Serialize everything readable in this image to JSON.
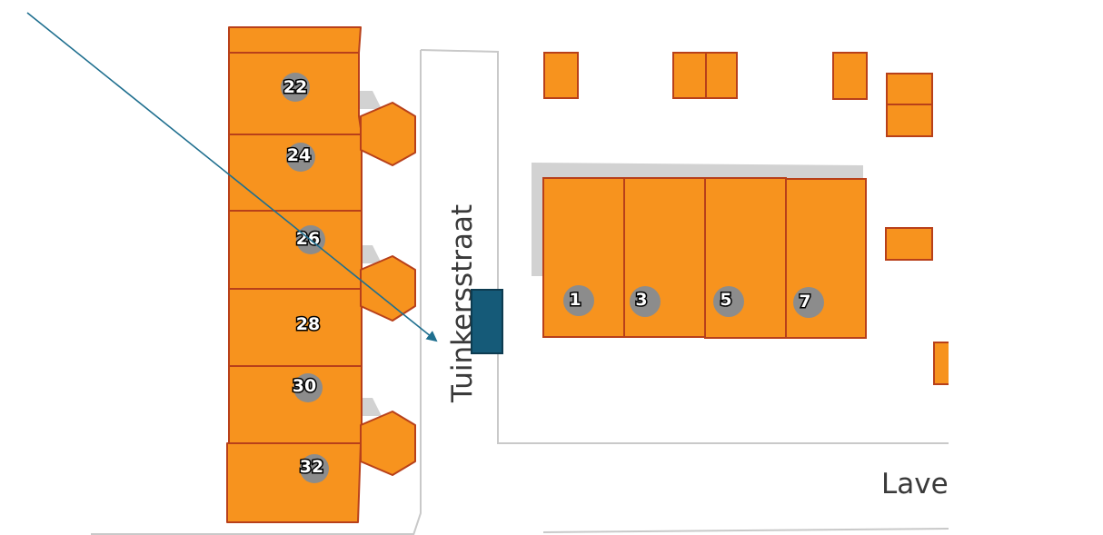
{
  "colors": {
    "building_fill": "#f7931e",
    "building_stroke": "#b8401a",
    "shadow": "#d2d2d2",
    "road_edge": "#c9c9c9",
    "house_number_dot": "#8c8c8c",
    "marker": "#155a78",
    "pointer_line": "#1f6f8f"
  },
  "streets": {
    "tuinkersstraat": "Tuinkersstraat",
    "lave_partial": "Lave"
  },
  "house_numbers": {
    "n22": "22",
    "n24": "24",
    "n26": "26",
    "n28": "28",
    "n30": "30",
    "n32": "32",
    "n1": "1",
    "n3": "3",
    "n5": "5",
    "n7": "7"
  },
  "marker": {
    "icon": "location-marker-rectangle"
  },
  "pointer": {
    "icon": "arrow-pointer-line"
  }
}
